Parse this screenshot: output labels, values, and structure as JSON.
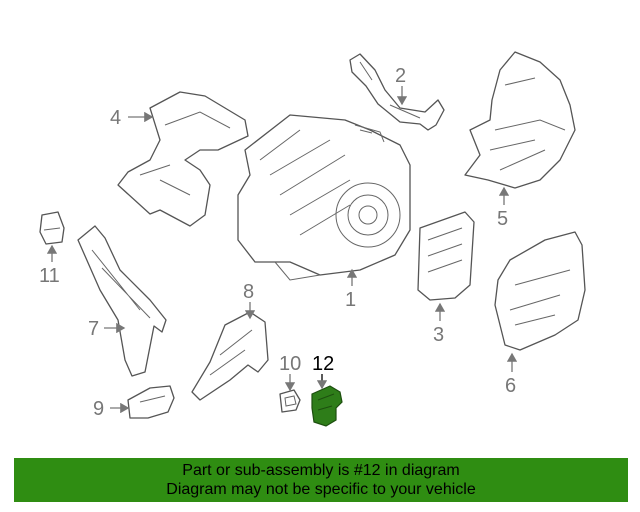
{
  "callouts": {
    "c1": "1",
    "c2": "2",
    "c3": "3",
    "c4": "4",
    "c5": "5",
    "c6": "6",
    "c7": "7",
    "c8": "8",
    "c9": "9",
    "c10": "10",
    "c11": "11",
    "c12": "12"
  },
  "highlight": {
    "part_number": "12",
    "color": "#2f8d12"
  },
  "footer": {
    "line1": "Part or sub-assembly is #12 in diagram",
    "line2": "Diagram may not be specific to your vehicle"
  }
}
